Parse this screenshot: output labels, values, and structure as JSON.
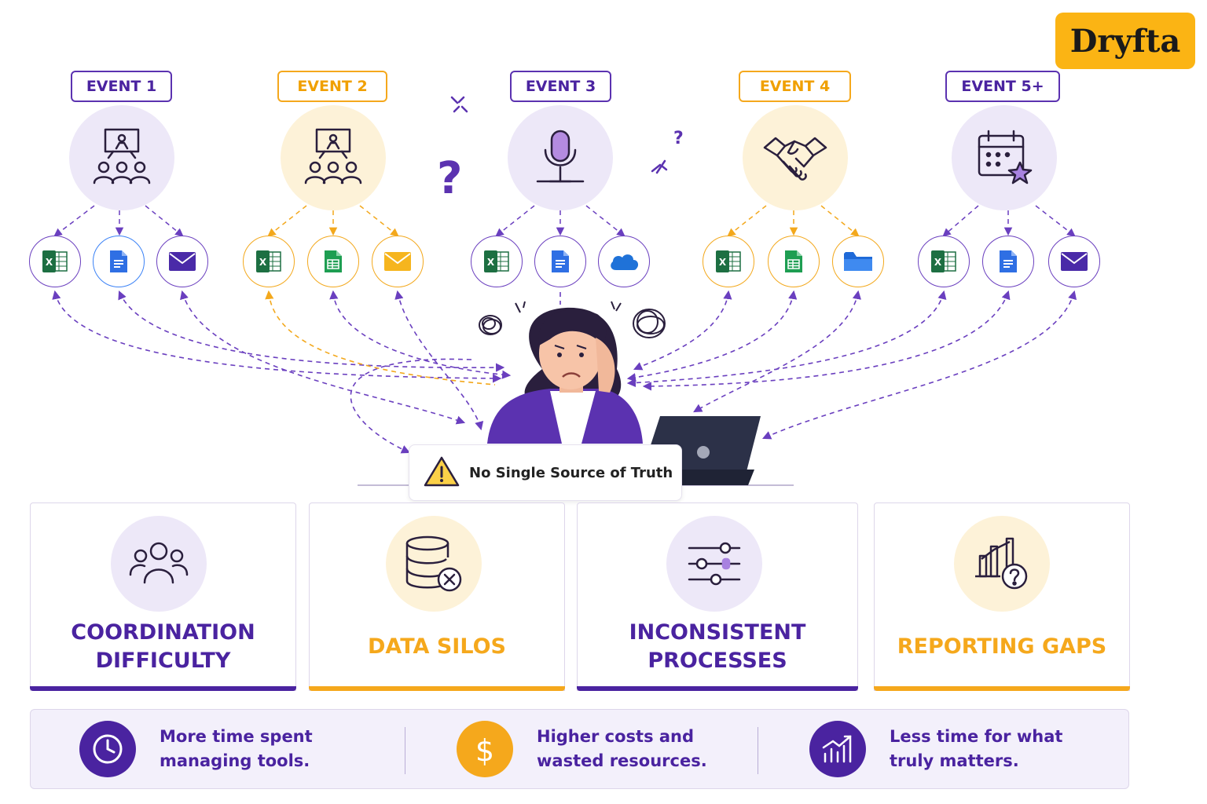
{
  "brand": {
    "logo_text": "Dryfta",
    "colors": {
      "purple": "#4a23a0",
      "orange": "#f5a81c",
      "logo_bg": "#fbb414"
    }
  },
  "events": [
    {
      "label": "EVENT 1",
      "icon": "presentation-audience-icon",
      "tools": [
        "excel-icon",
        "google-docs-icon",
        "email-icon"
      ]
    },
    {
      "label": "EVENT 2",
      "icon": "presentation-audience-icon",
      "tools": [
        "excel-icon",
        "google-sheets-icon",
        "email-icon"
      ]
    },
    {
      "label": "EVENT 3",
      "icon": "microphone-icon",
      "tools": [
        "excel-icon",
        "google-docs-icon",
        "cloud-icon"
      ]
    },
    {
      "label": "EVENT 4",
      "icon": "handshake-icon",
      "tools": [
        "excel-icon",
        "google-sheets-icon",
        "folder-icon"
      ]
    },
    {
      "label": "EVENT 5+",
      "icon": "calendar-star-icon",
      "tools": [
        "excel-icon",
        "google-docs-icon",
        "email-icon"
      ]
    }
  ],
  "callout": {
    "text": "No Single Source of Truth",
    "icon": "warning-icon"
  },
  "challenges": [
    {
      "title": "COORDINATION\nDIFFICULTY",
      "icon": "team-icon"
    },
    {
      "title": "DATA SILOS",
      "icon": "database-x-icon"
    },
    {
      "title": "INCONSISTENT\nPROCESSES",
      "icon": "sliders-icon"
    },
    {
      "title": "REPORTING GAPS",
      "icon": "chart-question-icon"
    }
  ],
  "impacts": [
    {
      "text": "More time spent\nmanaging tools.",
      "icon": "clock-icon"
    },
    {
      "text": "Higher costs and\nwasted resources.",
      "icon": "dollar-icon"
    },
    {
      "text": "Less time for what\ntruly matters.",
      "icon": "chart-growth-icon"
    }
  ]
}
